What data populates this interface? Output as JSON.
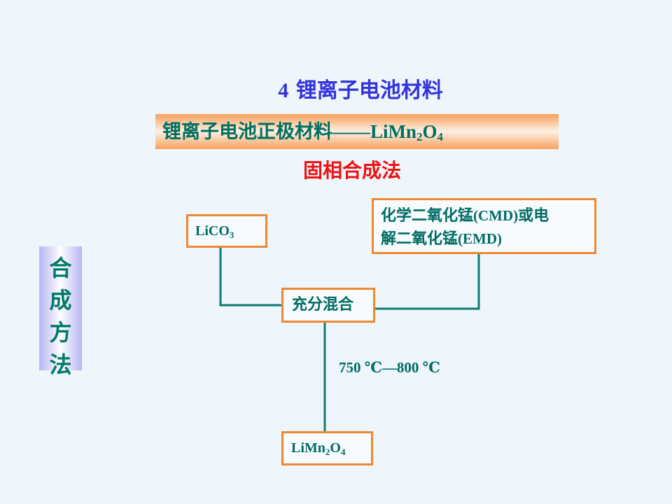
{
  "title": {
    "number": "4",
    "text": " 锂离子电池材料"
  },
  "banner": {
    "prefix": "锂离子电池正极材料",
    "dash": "——",
    "formula_a": "LiMn",
    "sub_a": "2",
    "formula_b": "O",
    "sub_b": "4"
  },
  "subtitle": "固相合成法",
  "side_label": [
    "合",
    "成",
    "方",
    "法"
  ],
  "nodes": {
    "lico3": {
      "main": "LiCO",
      "sub": "3"
    },
    "mno2": {
      "line1_cn": "化学二氧化锰",
      "line1_en": "(CMD)",
      "line1_tail": "或电",
      "line2_cn": "解二氧化锰",
      "line2_en": "(EMD)"
    },
    "mix": "充分混合",
    "product": {
      "a": "LiMn",
      "sub_a": "2",
      "b": "O",
      "sub_b": "4"
    }
  },
  "edge_label": "750 ℃—800 ℃",
  "colors": {
    "title": "#3333dd",
    "subtitle": "#ee1111",
    "text": "#006b63",
    "box_border": "#ee8833",
    "connector": "#0f7a73"
  }
}
